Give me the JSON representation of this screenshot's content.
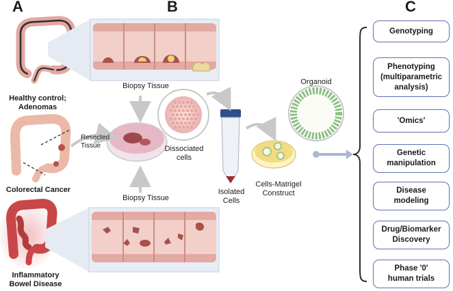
{
  "sections": {
    "a": "A",
    "b": "B",
    "c": "C"
  },
  "diseases": {
    "healthy_line1": "Healthy control;",
    "healthy_line2": "Adenomas",
    "crc": "Colorectal Cancer",
    "ibd_line1": "Inflammatory",
    "ibd_line2": "Bowel Disease"
  },
  "steps": {
    "biopsy_top": "Biopsy Tissue",
    "biopsy_bottom": "Biopsy Tissue",
    "resected_line1": "Resected",
    "resected_line2": "Tissue",
    "dissociated_line1": "Dissociated",
    "dissociated_line2": "cells",
    "isolated_line1": "Isolated",
    "isolated_line2": "Cells",
    "construct_line1": "Cells-Matrigel",
    "construct_line2": "Construct",
    "organoid": "Organoid"
  },
  "applications": [
    {
      "line1": "Genotyping",
      "line2": "",
      "line3": ""
    },
    {
      "line1": "Phenotyping",
      "line2": "(multiparametric",
      "line3": "analysis)"
    },
    {
      "line1": "'Omics'",
      "line2": "",
      "line3": ""
    },
    {
      "line1": "Genetic",
      "line2": "manipulation",
      "line3": ""
    },
    {
      "line1": "Disease",
      "line2": "modeling",
      "line3": ""
    },
    {
      "line1": "Drug/Biomarker",
      "line2": "Discovery",
      "line3": ""
    },
    {
      "line1": "Phase '0'",
      "line2": "human trials",
      "line3": ""
    }
  ],
  "colors": {
    "tissue_pink": "#e8a7a2",
    "tissue_dark": "#c97f7a",
    "lumen": "#f3d0c8",
    "box_border": "#5f6fb0",
    "connector": "#aab8d0",
    "organoid_green": "#8cc084",
    "matrigel_yellow": "#f2dc82"
  }
}
